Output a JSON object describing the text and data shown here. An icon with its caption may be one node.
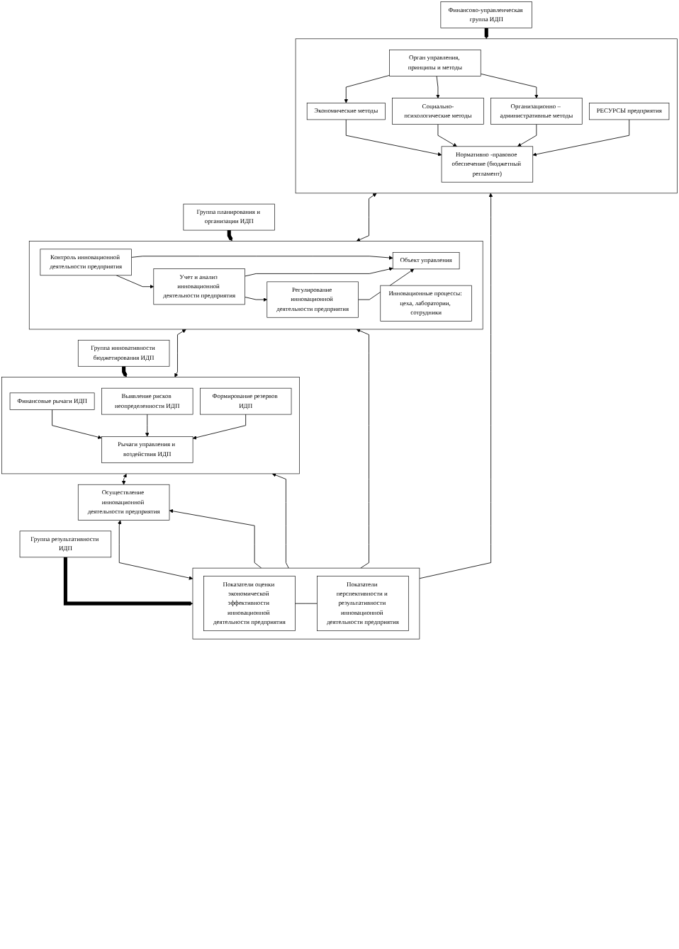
{
  "diagram": {
    "nodes": [
      {
        "text": [
          "Финансово-управленческая группа ИДП"
        ]
      },
      {
        "text": [],
        "shape": "box"
      },
      {
        "text": [
          "Орган управления, принципы и методы"
        ],
        "in": 1
      },
      {
        "text": [
          "Экономические методы"
        ],
        "in": 1
      },
      {
        "text": [
          "Социально-психологические методы"
        ],
        "in": 1
      },
      {
        "text": [
          "Организационно – административные методы"
        ],
        "in": 1
      },
      {
        "text": [
          "Нормативно -правовое обеспечение (бюджетный регламент)"
        ],
        "in": 1
      },
      {
        "text": [
          "РЕСУРСЫ предприятия"
        ],
        "in": 1
      },
      {
        "text": [
          "Группа планирования и организации ИДП"
        ]
      },
      {
        "text": [],
        "shape": "box"
      },
      {
        "text": [
          "Контроль инновационной деятельности предприятия"
        ],
        "in": 9
      },
      {
        "text": [
          "Учет и анализ инновационной деятельности предприятия"
        ],
        "in": 9
      },
      {
        "text": [
          "Регулирование инновационной деятельности предприятия"
        ],
        "in": 9
      },
      {
        "text": [
          "Объект управления"
        ],
        "in": 9
      },
      {
        "text": [
          "Инновационные процессы: цеха, лаборатории, сотрудники"
        ],
        "in": 9
      },
      {
        "text": [
          "Группа инновативности бюджетирования ИДП"
        ]
      },
      {
        "text": [],
        "shape": "box"
      },
      {
        "text": [
          "Финансовые рычаги ИДП"
        ],
        "in": 16
      },
      {
        "text": [
          "Выявление рисков неопределенности ИДП"
        ],
        "in": 16
      },
      {
        "text": [
          "Формирование резервов ИДП"
        ],
        "in": 16
      },
      {
        "text": [
          "Рычаги управления и воздействия ИДП"
        ],
        "in": 16
      },
      {
        "text": [
          "Осуществление инновационной деятельности предприятия"
        ]
      },
      {
        "text": [
          "Группа результативности ИДП"
        ]
      },
      {
        "text": [],
        "shape": "box"
      },
      {
        "text": [
          "Показатели оценки экономической эффективности инновационной деятельности предприятия"
        ],
        "in": 23
      },
      {
        "text": [
          "Показатели перспективности и результативности инновационной деятельности предприятия"
        ],
        "in": 23
      }
    ],
    "edges": [
      {
        "from": 0,
        "to": 1,
        "arrow": "to",
        "style": "thick"
      },
      {
        "from": 2,
        "to": 3,
        "arrow": "to"
      },
      {
        "from": 2,
        "to": 4,
        "arrow": "to"
      },
      {
        "from": 2,
        "to": 5,
        "arrow": "to"
      },
      {
        "from": 3,
        "to": 6,
        "arrow": "to"
      },
      {
        "from": 4,
        "to": 6,
        "arrow": "to"
      },
      {
        "from": 5,
        "to": 6,
        "arrow": "to"
      },
      {
        "from": 7,
        "to": 6,
        "arrow": "to"
      },
      {
        "from": 1,
        "to": 9,
        "arrow": "both"
      },
      {
        "from": 8,
        "to": 9,
        "arrow": "to",
        "style": "thick"
      },
      {
        "from": 10,
        "to": 11,
        "arrow": "to"
      },
      {
        "from": 11,
        "to": 12,
        "arrow": "to"
      },
      {
        "from": 10,
        "to": 13,
        "arrow": "to"
      },
      {
        "from": 11,
        "to": 13,
        "arrow": "to"
      },
      {
        "from": 12,
        "to": 13,
        "arrow": "to"
      },
      {
        "from": 9,
        "to": 16,
        "arrow": "both"
      },
      {
        "from": 15,
        "to": 16,
        "arrow": "to",
        "style": "thick"
      },
      {
        "from": 17,
        "to": 20,
        "arrow": "to"
      },
      {
        "from": 18,
        "to": 20,
        "arrow": "to"
      },
      {
        "from": 19,
        "to": 20,
        "arrow": "to"
      },
      {
        "from": 16,
        "to": 21,
        "arrow": "both"
      },
      {
        "from": 21,
        "to": 23,
        "arrow": "both"
      },
      {
        "from": 22,
        "to": 23,
        "arrow": "to",
        "style": "thick"
      },
      {
        "from": 24,
        "to": 25,
        "arrow": "none"
      },
      {
        "from": 23,
        "to": 1,
        "arrow": "to"
      },
      {
        "from": 23,
        "to": 9,
        "arrow": "to"
      },
      {
        "from": 23,
        "to": 16,
        "arrow": "to"
      },
      {
        "from": 23,
        "to": 21,
        "arrow": "to"
      }
    ]
  }
}
